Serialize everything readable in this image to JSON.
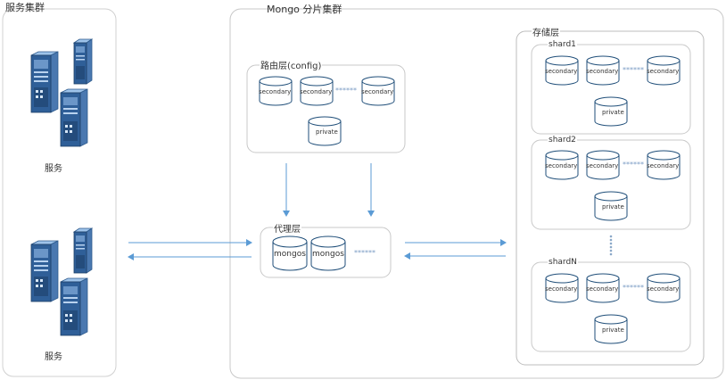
{
  "service_cluster": {
    "title": "服务集群",
    "service_label_top": "服务",
    "service_label_bottom": "服务"
  },
  "mongo_cluster": {
    "title": "Mongo 分片集群",
    "routing": {
      "title": "路由层(config)",
      "secondary_label": "secondary",
      "dots": "******",
      "private_label": "private"
    },
    "proxy": {
      "title": "代理层",
      "mongos_label": "mongos",
      "dots": "******"
    },
    "storage": {
      "title": "存储层",
      "shards": [
        {
          "name": "shard1",
          "secondary_label": "secondary",
          "dots": "******",
          "private_label": "private"
        },
        {
          "name": "shard2",
          "secondary_label": "secondary",
          "dots": "******",
          "private_label": "private"
        },
        {
          "name": "shardN",
          "secondary_label": "secondary",
          "dots": "******",
          "private_label": "private"
        }
      ]
    }
  },
  "colors": {
    "border": "#c8c8c8",
    "arrow": "#5b9bd5",
    "db_stroke": "#1f4e79",
    "server": "#3a6fb0"
  }
}
